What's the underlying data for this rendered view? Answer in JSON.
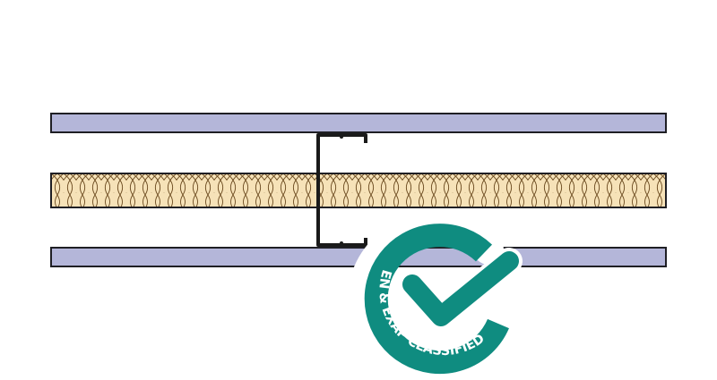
{
  "diagram": {
    "colors": {
      "board": "#b4b6d9",
      "insulation": "#f6e2b8",
      "outline": "#1f1f24",
      "badge": "#0f8c80"
    },
    "layers": [
      "plasterboard",
      "steel-stud",
      "insulation",
      "plasterboard"
    ]
  },
  "badge": {
    "text": "EN & EXAP CLASSIFIED",
    "icon": "checkmark-icon"
  }
}
